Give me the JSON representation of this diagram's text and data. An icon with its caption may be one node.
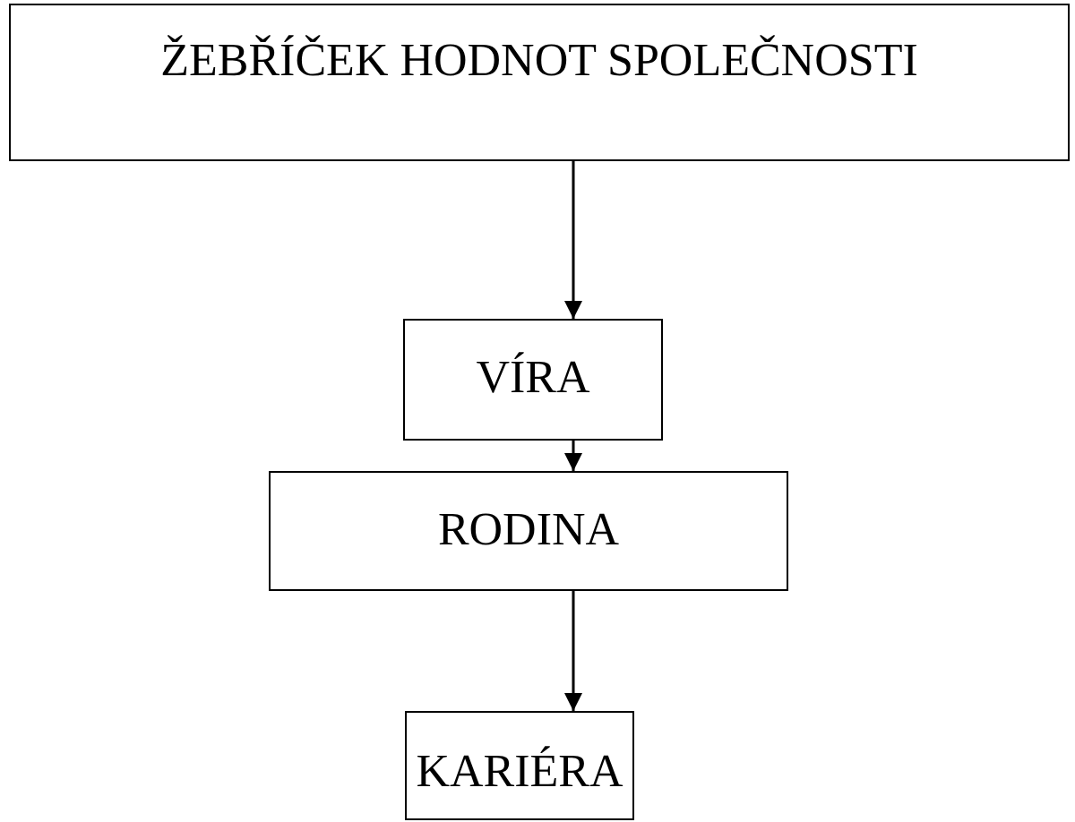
{
  "diagram": {
    "nodes": [
      {
        "text": [
          "ŽEBŘÍČEK HODNOT SPOLEČNOSTI"
        ]
      },
      {
        "text": [
          "VÍRA"
        ]
      },
      {
        "text": [
          "RODINA"
        ]
      },
      {
        "text": [
          "KARIÉRA"
        ]
      }
    ],
    "edges": [
      {
        "from": 0,
        "to": 1,
        "arrow": "to"
      },
      {
        "from": 1,
        "to": 2,
        "arrow": "to"
      },
      {
        "from": 2,
        "to": 3,
        "arrow": "to"
      }
    ]
  }
}
